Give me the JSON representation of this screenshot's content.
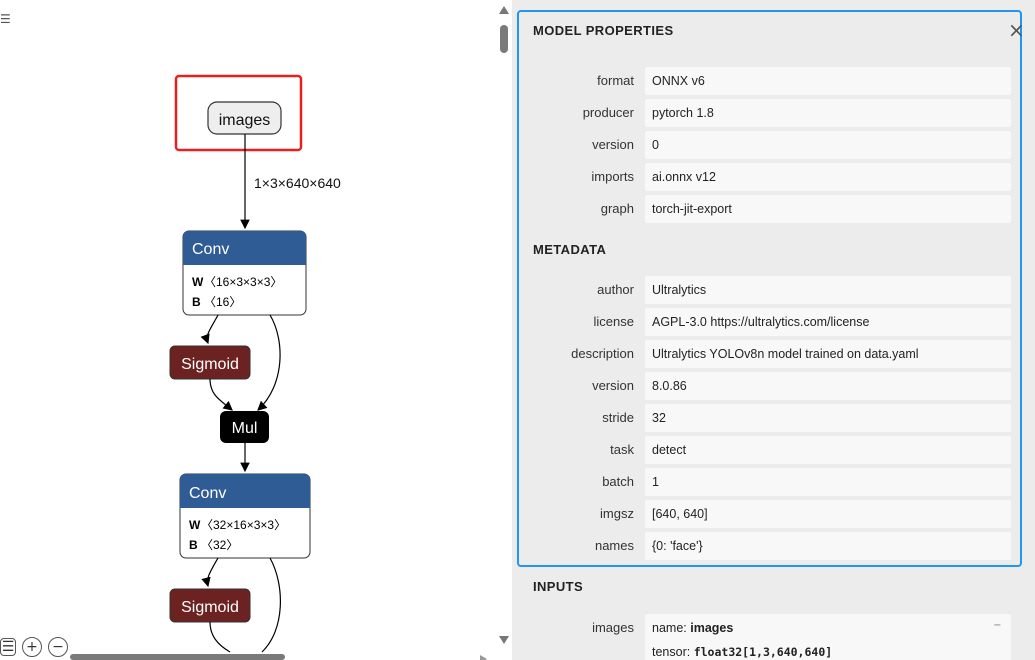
{
  "graph": {
    "input_node": "images",
    "edge_shape": "1×3×640×640",
    "conv_blocks": [
      {
        "title": "Conv",
        "w_label": "W",
        "w_shape": "〈16×3×3×3〉",
        "b_label": "B",
        "b_shape": "〈16〉"
      },
      {
        "title": "Conv",
        "w_label": "W",
        "w_shape": "〈32×16×3×3〉",
        "b_label": "B",
        "b_shape": "〈32〉"
      }
    ],
    "sigmoid_label": "Sigmoid",
    "mul_label": "Mul",
    "colors": {
      "conv": "#2f5c95",
      "sigmoid": "#6b2220",
      "mul": "#000000",
      "highlight": "#e82020"
    }
  },
  "toolbar": {
    "icons": [
      "list-icon",
      "zoom-in-icon",
      "zoom-out-icon"
    ],
    "zoom_in": "+",
    "zoom_out": "−",
    "list": "☰"
  },
  "properties": {
    "title": "MODEL PROPERTIES",
    "close": "×",
    "model": [
      {
        "label": "format",
        "value": "ONNX v6"
      },
      {
        "label": "producer",
        "value": "pytorch 1.8"
      },
      {
        "label": "version",
        "value": "0"
      },
      {
        "label": "imports",
        "value": "ai.onnx v12"
      },
      {
        "label": "graph",
        "value": "torch-jit-export"
      }
    ],
    "metadata_title": "METADATA",
    "metadata": [
      {
        "label": "author",
        "value": "Ultralytics"
      },
      {
        "label": "license",
        "value": "AGPL-3.0 https://ultralytics.com/license"
      },
      {
        "label": "description",
        "value": "Ultralytics YOLOv8n model trained on data.yaml"
      },
      {
        "label": "version",
        "value": "8.0.86"
      },
      {
        "label": "stride",
        "value": "32"
      },
      {
        "label": "task",
        "value": "detect"
      },
      {
        "label": "batch",
        "value": "1"
      },
      {
        "label": "imgsz",
        "value": "[640, 640]"
      },
      {
        "label": "names",
        "value": "{0: 'face'}"
      }
    ],
    "inputs_title": "INPUTS",
    "inputs": [
      {
        "label": "images",
        "name_key": "name:",
        "name_value": "images",
        "tensor_key": "tensor:",
        "tensor_value": "float32[1,3,640,640]",
        "expand": "−"
      }
    ],
    "frame_color": "#2196f3"
  }
}
